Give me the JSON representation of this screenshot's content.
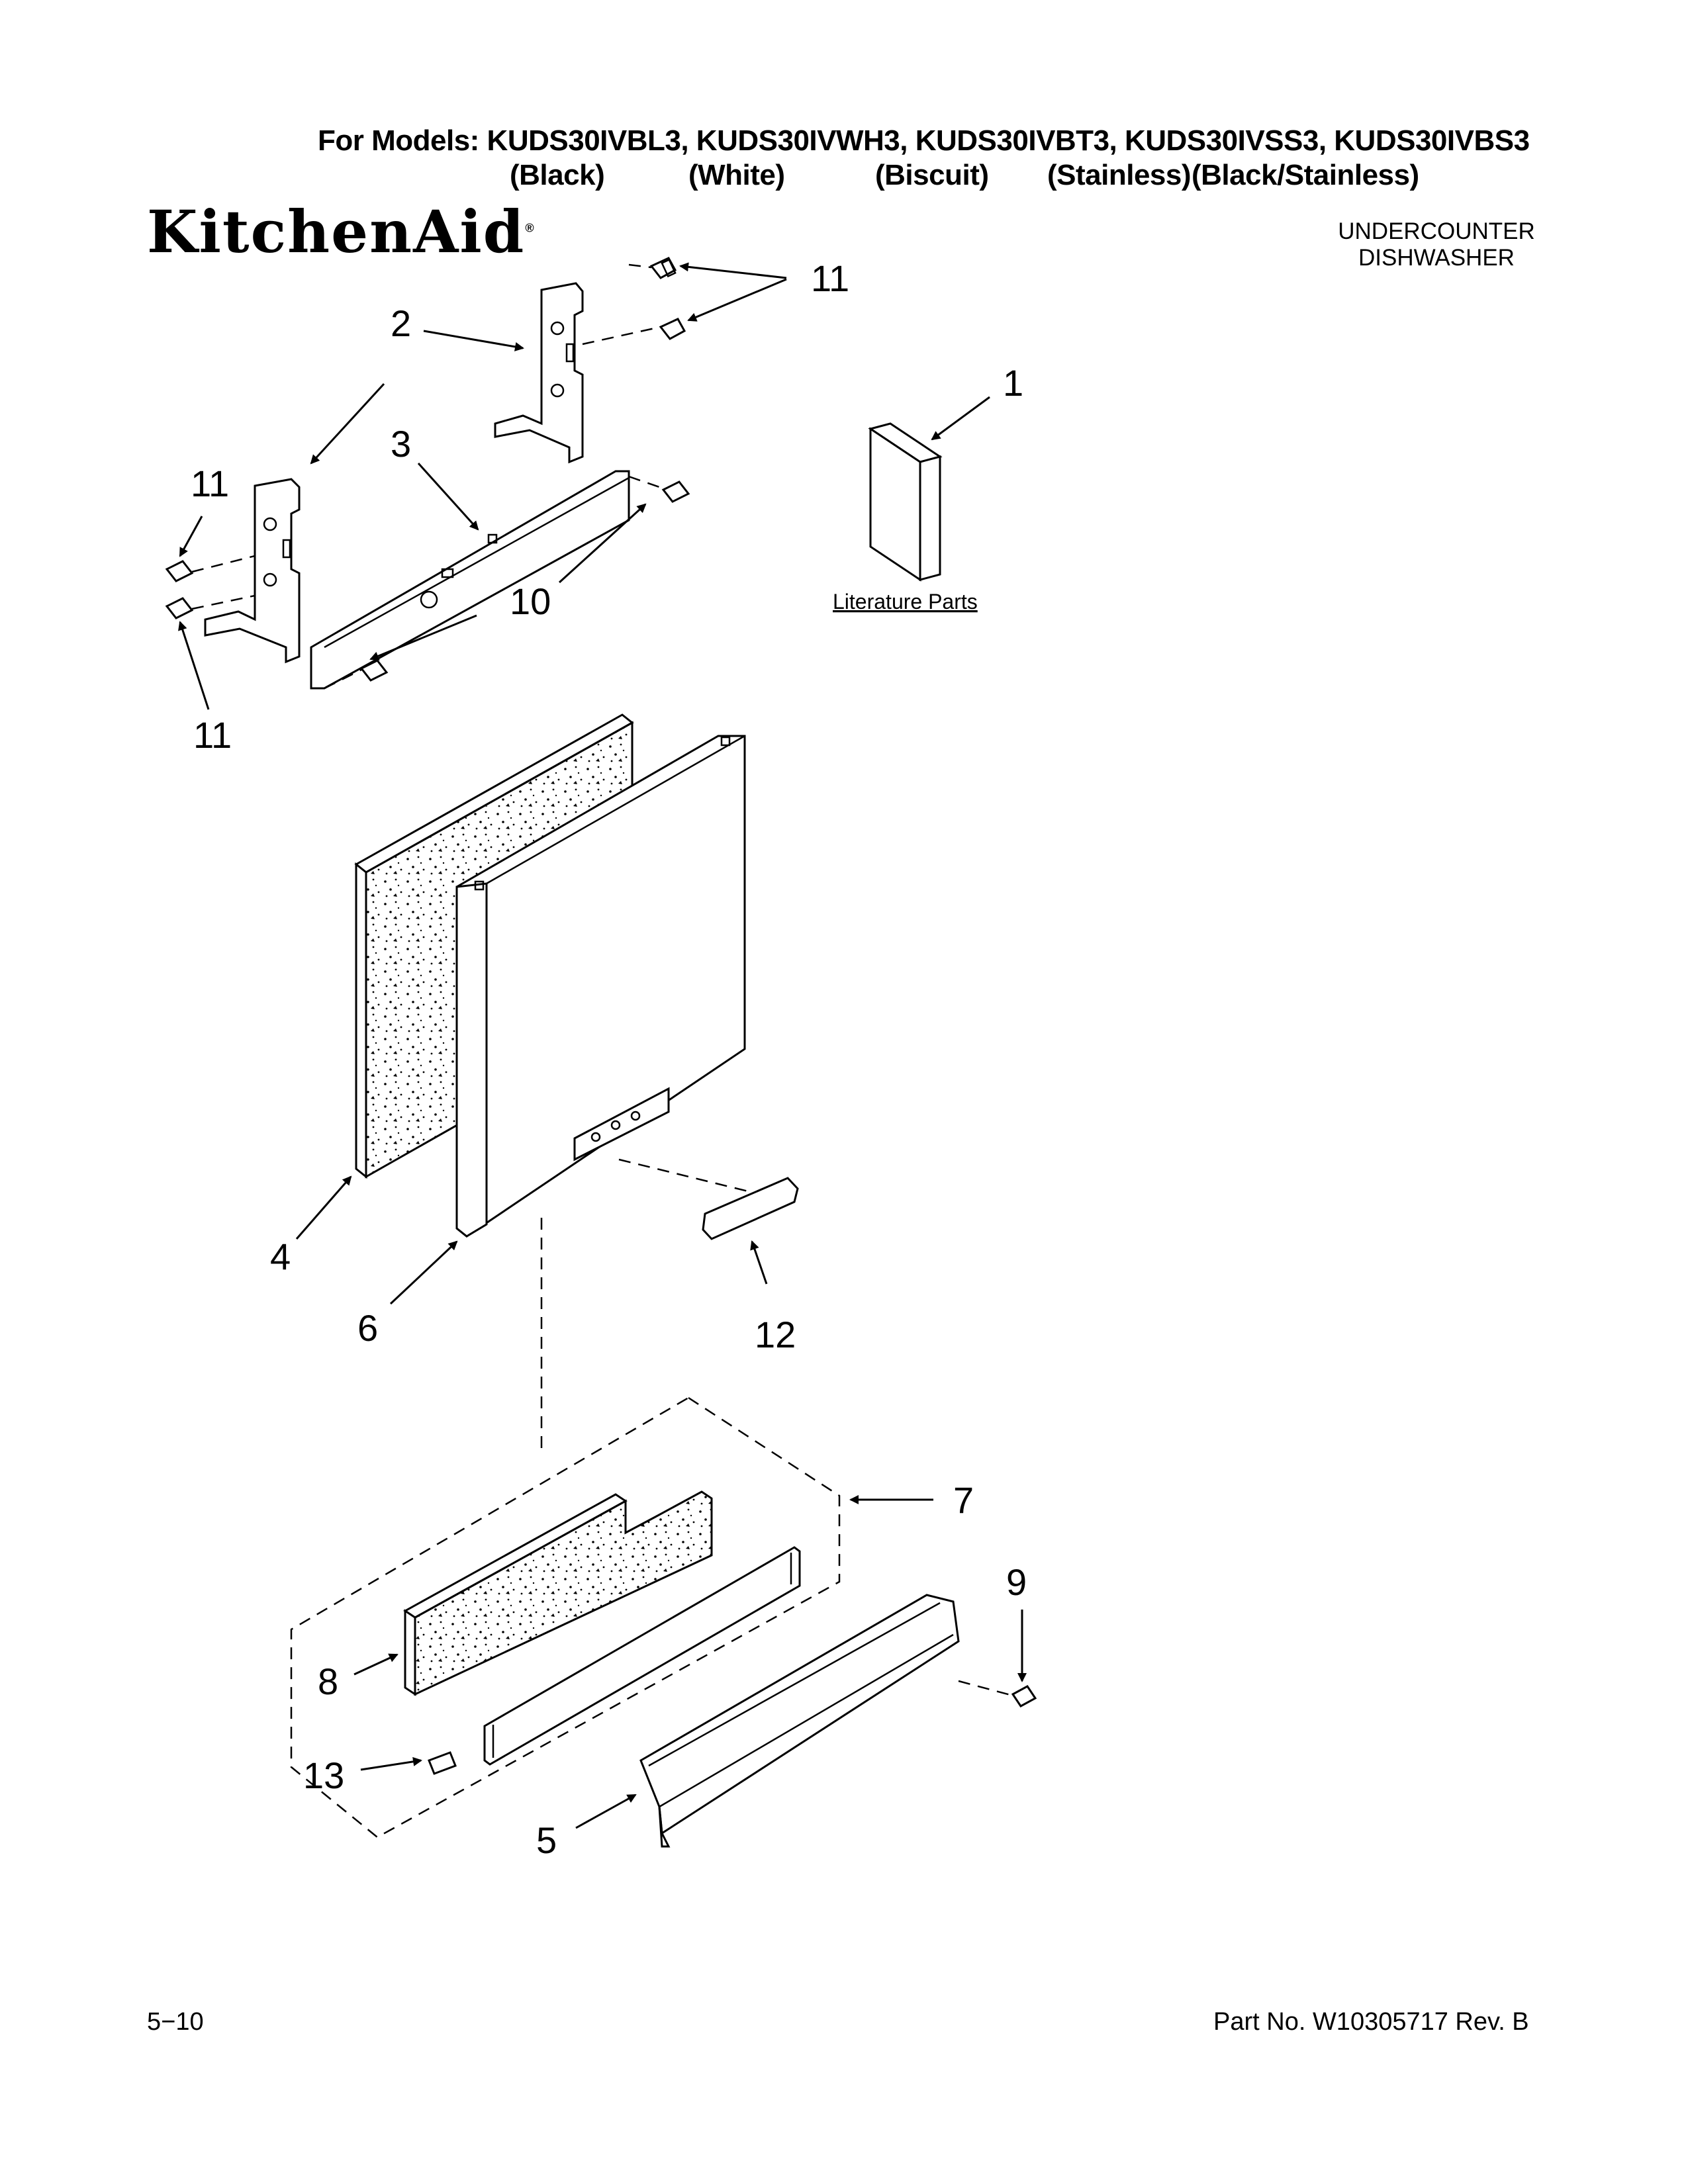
{
  "header": {
    "models_line": "For Models: KUDS30IVBL3, KUDS30IVWH3, KUDS30IVBT3, KUDS30IVSS3, KUDS30IVBS3",
    "colors": [
      "(Black)",
      "(White)",
      "(Biscuit)",
      "(Stainless)",
      "(Black/Stainless)"
    ]
  },
  "brand": {
    "name": "KitchenAid",
    "mark": "®"
  },
  "product_type": {
    "line1": "UNDERCOUNTER",
    "line2": "DISHWASHER"
  },
  "diagram": {
    "literature_label": "Literature Parts",
    "callouts": {
      "c1": "1",
      "c2": "2",
      "c3": "3",
      "c4": "4",
      "c5": "5",
      "c6": "6",
      "c7": "7",
      "c8": "8",
      "c9": "9",
      "c10": "10",
      "c11a": "11",
      "c11b": "11",
      "c11c": "11",
      "c12": "12",
      "c13": "13"
    }
  },
  "footer": {
    "date": "5−10",
    "part_no": "Part No. W10305717 Rev. B"
  }
}
